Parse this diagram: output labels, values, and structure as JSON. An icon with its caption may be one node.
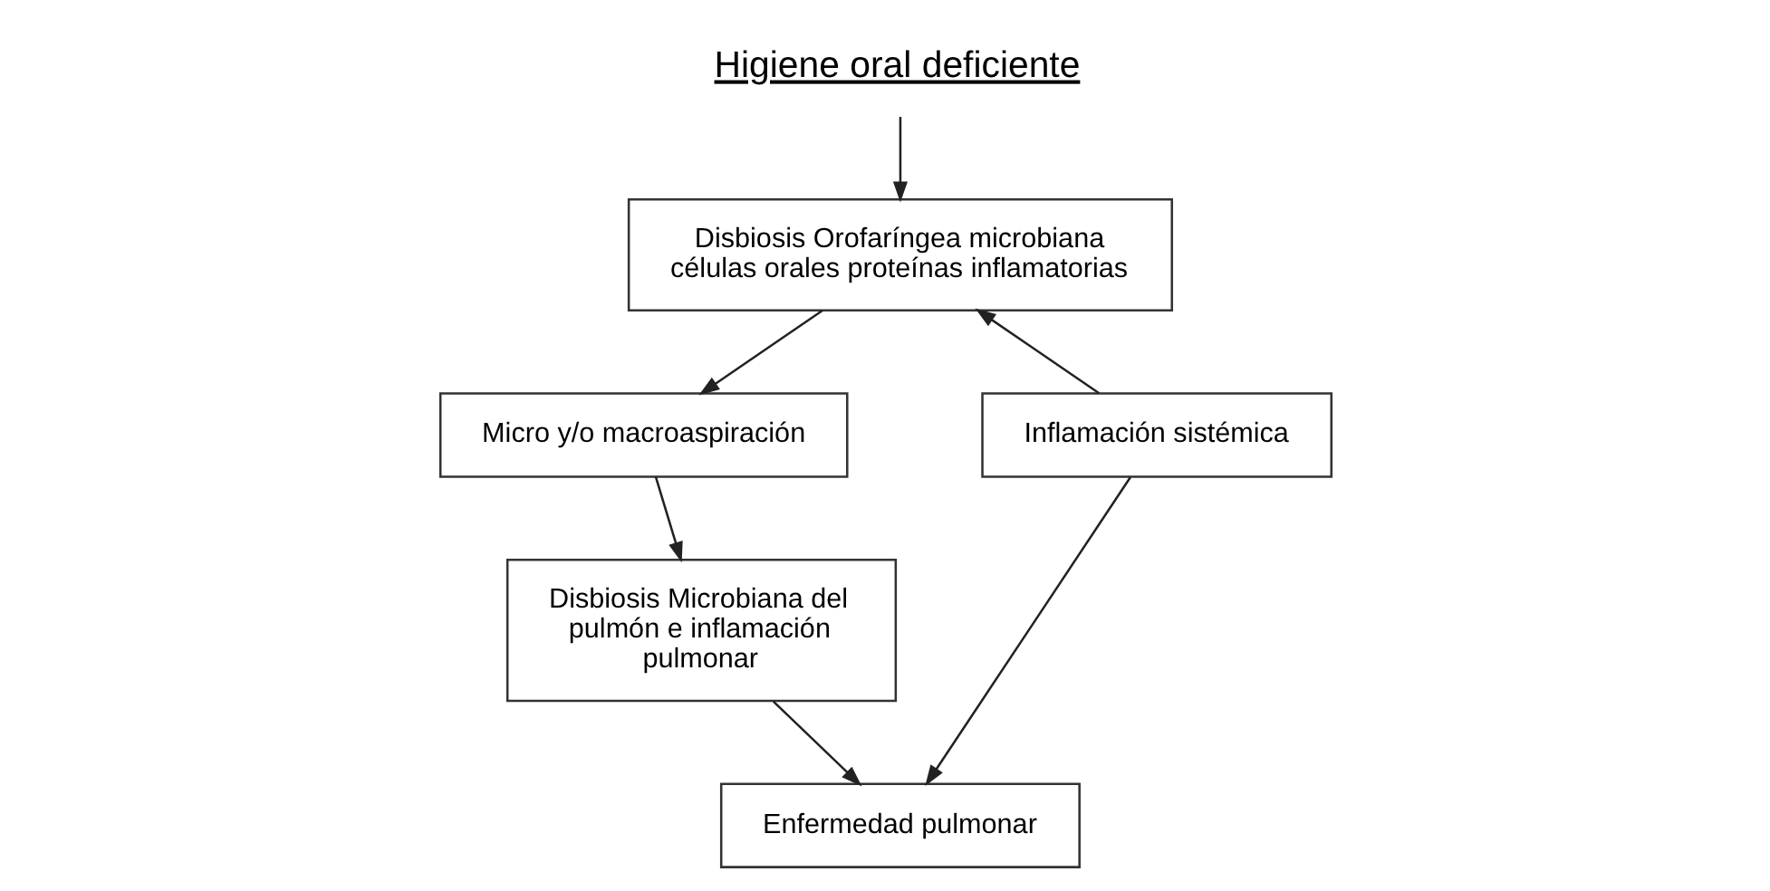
{
  "diagram": {
    "nodes": [
      {
        "text": [
          "Higiene oral deficiente"
        ]
      },
      {
        "text": [
          "Disbiosis Orofaríngea microbiana células orales proteínas inflamatorias"
        ]
      },
      {
        "text": [
          "Inflamación sistémica"
        ]
      },
      {
        "text": [
          "Micro y/o macroaspiración"
        ]
      },
      {
        "text": [
          "Disbiosis Microbiana del pulmón e inflamación pulmonar"
        ]
      },
      {
        "text": [
          "Enfermedad pulmonar"
        ]
      }
    ],
    "edges": [
      {
        "from": 0,
        "to": 1,
        "arrow": "to"
      },
      {
        "from": 2,
        "to": 1,
        "arrow": "to"
      },
      {
        "from": 1,
        "to": 3,
        "arrow": "to"
      },
      {
        "from": 3,
        "to": 4,
        "arrow": "to"
      },
      {
        "from": 2,
        "to": 5,
        "arrow": "to"
      },
      {
        "from": 4,
        "to": 5,
        "arrow": "to"
      }
    ]
  }
}
